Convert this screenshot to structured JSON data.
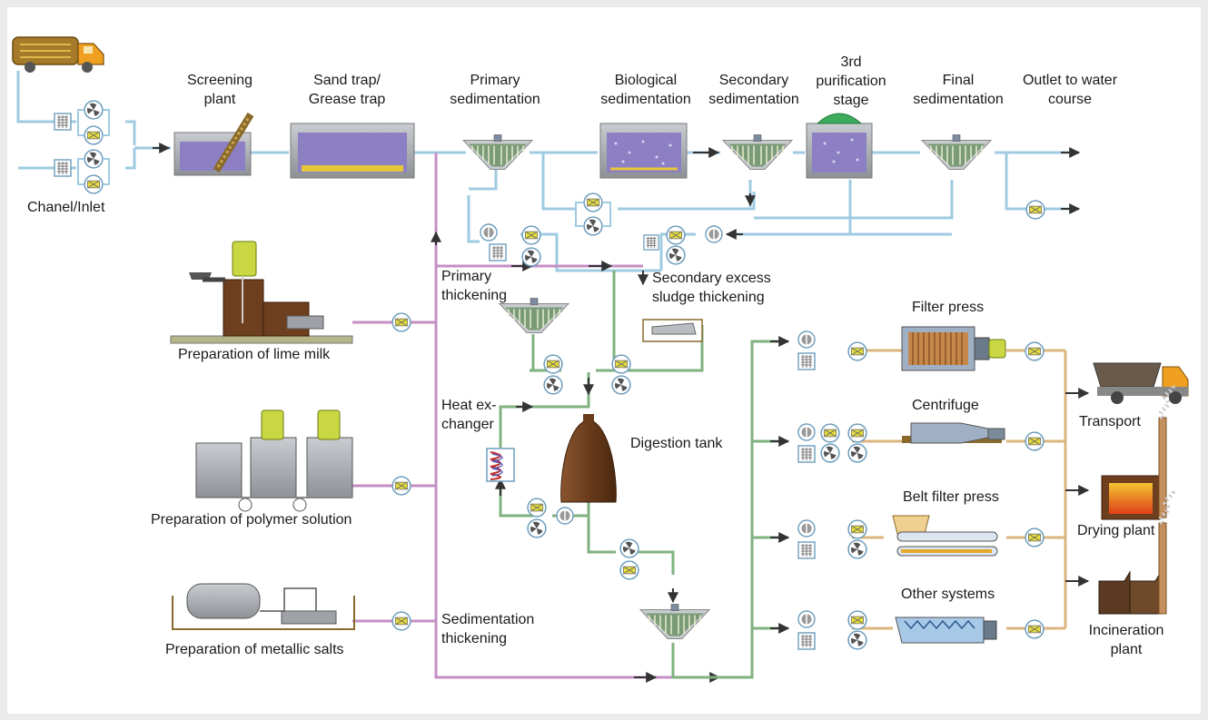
{
  "colors": {
    "water_line": "#9fcbe2",
    "sludge_line": "#7fb27f",
    "chem_line": "#c58fc4",
    "dewatered_line": "#ddb57e",
    "sludge_brown": "#6e3f1e",
    "tank_purple": "#8c7fc4",
    "tank_gray": "#b9bdc2"
  },
  "labels": {
    "inlet": "Chanel/Inlet",
    "screening": "Screening plant",
    "sand_trap": "Sand trap/ Grease trap",
    "primary_sed": "Primary sedimentation",
    "bio_sed": "Biological sedimentation",
    "secondary_sed": "Secondary sedimentation",
    "third_stage": "3rd purification stage",
    "final_sed": "Final sedimentation",
    "outlet": "Outlet to water course",
    "primary_thick": "Primary thickening",
    "secondary_excess": "Secondary excess sludge thickening",
    "lime": "Preparation of lime milk",
    "polymer": "Preparation of polymer solution",
    "metallic": "Preparation of metallic salts",
    "heat_ex": "Heat ex- changer",
    "digestion": "Digestion tank",
    "sed_thick": "Sedimentation thickening",
    "filter_press": "Filter press",
    "centrifuge": "Centrifuge",
    "belt_filter": "Belt filter press",
    "other_systems": "Other systems",
    "transport": "Transport",
    "drying": "Drying plant",
    "incineration": "Incineration plant"
  }
}
